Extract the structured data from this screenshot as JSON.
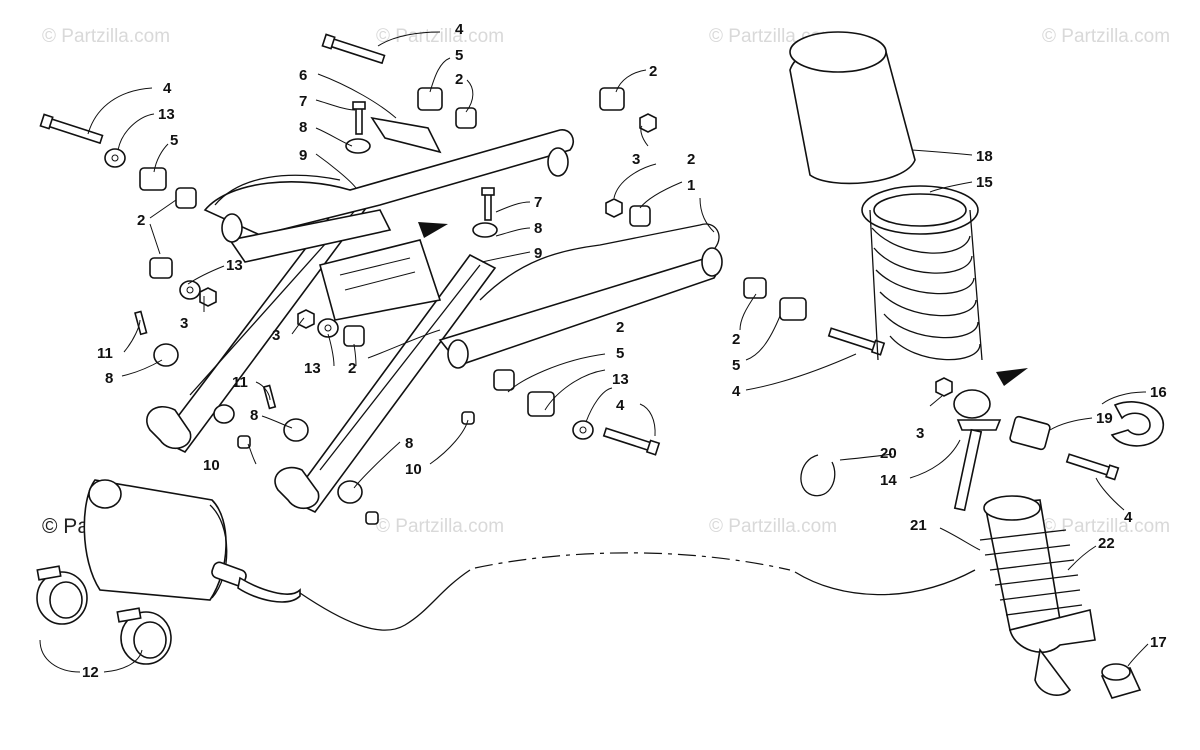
{
  "watermark": {
    "text": "© Partzilla.com",
    "primary": "© Partzilla.com"
  },
  "callouts": [
    {
      "id": "c4a",
      "label": "4"
    },
    {
      "id": "c5a",
      "label": "5"
    },
    {
      "id": "c2a",
      "label": "2"
    },
    {
      "id": "c2b",
      "label": "2"
    },
    {
      "id": "c6",
      "label": "6"
    },
    {
      "id": "c7a",
      "label": "7"
    },
    {
      "id": "c8a",
      "label": "8"
    },
    {
      "id": "c9a",
      "label": "9"
    },
    {
      "id": "c4b",
      "label": "4"
    },
    {
      "id": "c13a",
      "label": "13"
    },
    {
      "id": "c5b",
      "label": "5"
    },
    {
      "id": "c2c",
      "label": "2"
    },
    {
      "id": "c13b",
      "label": "13"
    },
    {
      "id": "c3a",
      "label": "3"
    },
    {
      "id": "c3b",
      "label": "3"
    },
    {
      "id": "c2d",
      "label": "2"
    },
    {
      "id": "c1",
      "label": "1"
    },
    {
      "id": "c7b",
      "label": "7"
    },
    {
      "id": "c8b",
      "label": "8"
    },
    {
      "id": "c9b",
      "label": "9"
    },
    {
      "id": "c11a",
      "label": "11"
    },
    {
      "id": "c8c",
      "label": "8"
    },
    {
      "id": "c3c",
      "label": "3"
    },
    {
      "id": "c13c",
      "label": "13"
    },
    {
      "id": "c2e",
      "label": "2"
    },
    {
      "id": "c2f",
      "label": "2"
    },
    {
      "id": "c5c",
      "label": "5"
    },
    {
      "id": "c13d",
      "label": "13"
    },
    {
      "id": "c4c",
      "label": "4"
    },
    {
      "id": "c11b",
      "label": "11"
    },
    {
      "id": "c8d",
      "label": "8"
    },
    {
      "id": "c10a",
      "label": "10"
    },
    {
      "id": "c8e",
      "label": "8"
    },
    {
      "id": "c10b",
      "label": "10"
    },
    {
      "id": "c2g",
      "label": "2"
    },
    {
      "id": "c5d",
      "label": "5"
    },
    {
      "id": "c4d",
      "label": "4"
    },
    {
      "id": "c18",
      "label": "18"
    },
    {
      "id": "c15",
      "label": "15"
    },
    {
      "id": "c16",
      "label": "16"
    },
    {
      "id": "c19",
      "label": "19"
    },
    {
      "id": "c3d",
      "label": "3"
    },
    {
      "id": "c20",
      "label": "20"
    },
    {
      "id": "c14",
      "label": "14"
    },
    {
      "id": "c4e",
      "label": "4"
    },
    {
      "id": "c21",
      "label": "21"
    },
    {
      "id": "c22",
      "label": "22"
    },
    {
      "id": "c17",
      "label": "17"
    },
    {
      "id": "c12",
      "label": "12"
    }
  ]
}
